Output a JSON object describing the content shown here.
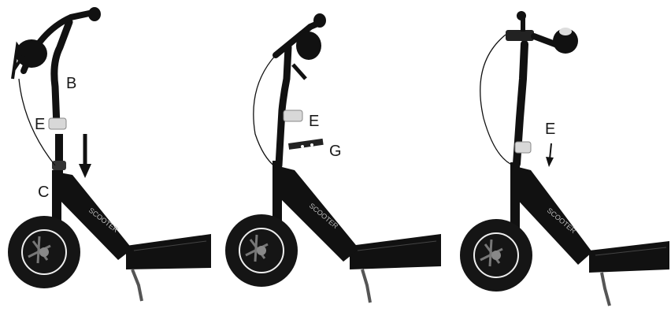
{
  "panels": [
    {
      "labels": {
        "b": "B",
        "e": "E",
        "c": "C"
      },
      "arrow": "down"
    },
    {
      "labels": {
        "e": "E",
        "g": "G"
      }
    },
    {
      "labels": {
        "e": "E"
      },
      "arrow": "down"
    }
  ],
  "decal_text": "SCOOTER",
  "colors": {
    "frame": "#111111",
    "tire": "#151515",
    "clamp": "#d8d8d8",
    "background": "#ffffff"
  }
}
